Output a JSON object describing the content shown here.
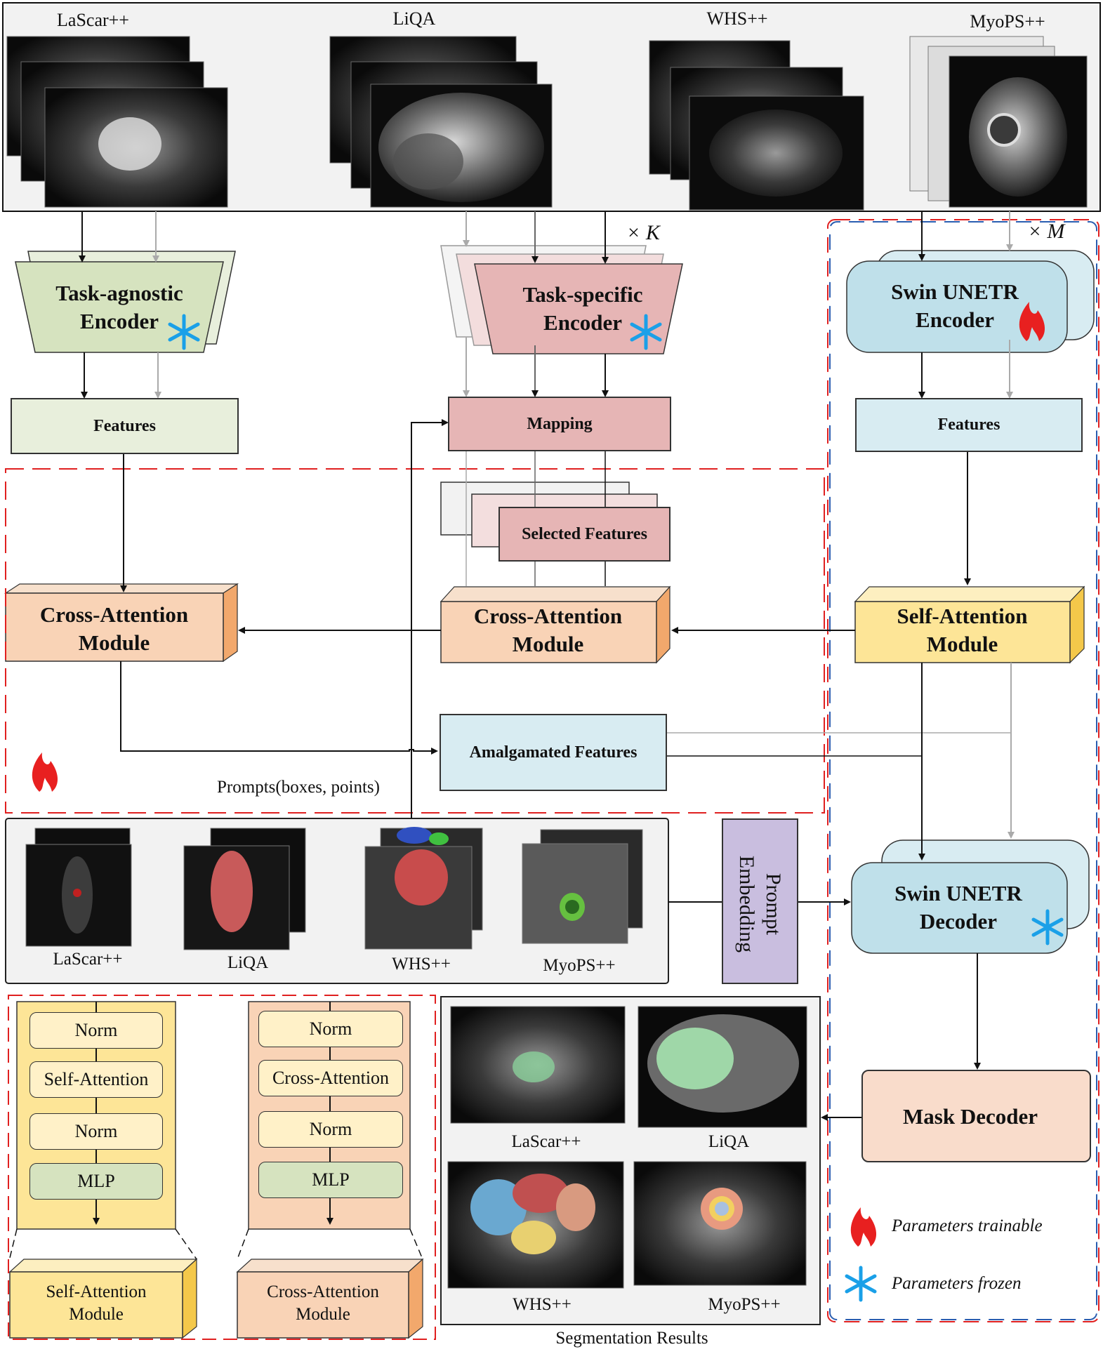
{
  "datasets": [
    "LaScar++",
    "LiQA",
    "WHS++",
    "MyoPS++"
  ],
  "repeat": {
    "k": "× K",
    "m": "× M"
  },
  "encoders": {
    "task_agnostic": [
      "Task-agnostic",
      "Encoder"
    ],
    "task_specific": [
      "Task-specific",
      "Encoder"
    ],
    "swin_encoder": [
      "Swin UNETR",
      "Encoder"
    ],
    "swin_decoder": [
      "Swin UNETR",
      "Decoder"
    ]
  },
  "blocks": {
    "features_left": "Features",
    "mapping": "Mapping",
    "features_right": "Features",
    "selected_features": "Selected Features",
    "cross_attention_left": [
      "Cross-Attention",
      "Module"
    ],
    "cross_attention_mid": [
      "Cross-Attention",
      "Module"
    ],
    "self_attention": [
      "Self-Attention",
      "Module"
    ],
    "amalgamated": "Amalgamated Features",
    "prompts": "Prompts(boxes, points)",
    "prompt_embedding": [
      "Prompt",
      "Embedding"
    ],
    "mask_decoder": "Mask Decoder",
    "segmentation_results": "Segmentation Results"
  },
  "detail_self": [
    "Norm",
    "Self-Attention",
    "Norm",
    "MLP"
  ],
  "detail_cross": [
    "Norm",
    "Cross-Attention",
    "Norm",
    "MLP"
  ],
  "detail_labels": {
    "self": [
      "Self-Attention",
      "Module"
    ],
    "cross": [
      "Cross-Attention",
      "Module"
    ]
  },
  "legend": {
    "trainable": "Parameters trainable",
    "frozen": "Parameters frozen"
  },
  "colors": {
    "green_fill": "#d6e3bf",
    "pink_fill": "#e6b5b5",
    "blue_fill": "#bfe0ea",
    "peach_fill": "#f9d3b6",
    "yellow_fill": "#fde597",
    "purple_fill": "#c9bedf",
    "red_dash": "#e02020",
    "blue_dash": "#2a5db0"
  }
}
